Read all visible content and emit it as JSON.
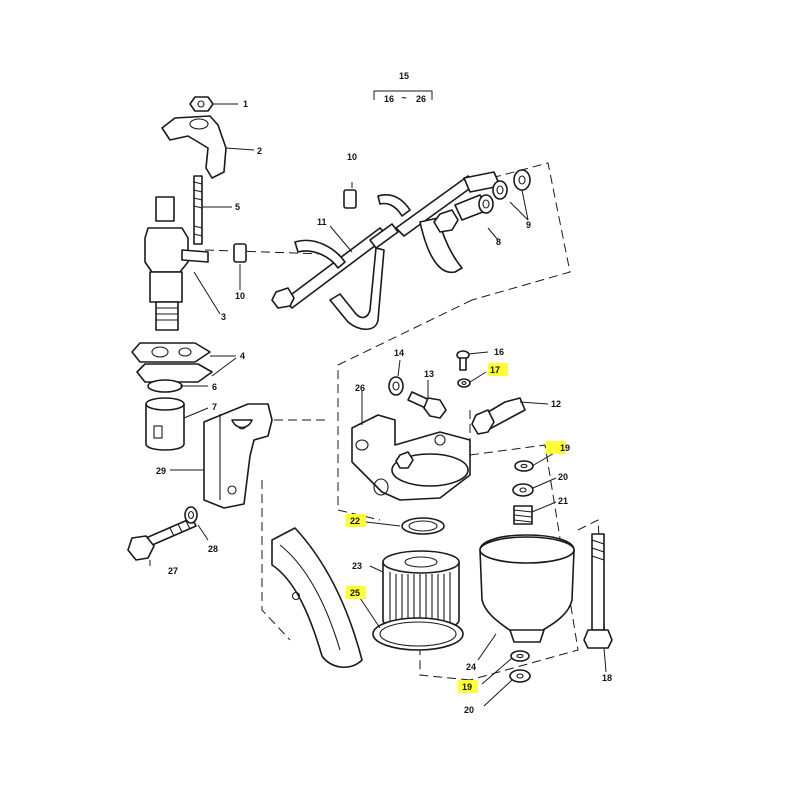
{
  "diagram": {
    "colors": {
      "highlight": "#ffff33",
      "ink": "#1a1a1a",
      "background": "#ffffff"
    },
    "legend_group": {
      "top": "15",
      "left": "16",
      "sep": "~",
      "right": "26"
    },
    "callouts": [
      {
        "id": "c1",
        "text": "1",
        "highlighted": false
      },
      {
        "id": "c2",
        "text": "2",
        "highlighted": false
      },
      {
        "id": "c3",
        "text": "3",
        "highlighted": false
      },
      {
        "id": "c4",
        "text": "4",
        "highlighted": false
      },
      {
        "id": "c5",
        "text": "5",
        "highlighted": false
      },
      {
        "id": "c6",
        "text": "6",
        "highlighted": false
      },
      {
        "id": "c7",
        "text": "7",
        "highlighted": false
      },
      {
        "id": "c8",
        "text": "8",
        "highlighted": false
      },
      {
        "id": "c9",
        "text": "9",
        "highlighted": false
      },
      {
        "id": "c10a",
        "text": "10",
        "highlighted": false
      },
      {
        "id": "c10b",
        "text": "10",
        "highlighted": false
      },
      {
        "id": "c11",
        "text": "11",
        "highlighted": false
      },
      {
        "id": "c12",
        "text": "12",
        "highlighted": false
      },
      {
        "id": "c13",
        "text": "13",
        "highlighted": false
      },
      {
        "id": "c14",
        "text": "14",
        "highlighted": false
      },
      {
        "id": "c16",
        "text": "16",
        "highlighted": false
      },
      {
        "id": "c17",
        "text": "17",
        "highlighted": true
      },
      {
        "id": "c18",
        "text": "18",
        "highlighted": false
      },
      {
        "id": "c19a",
        "text": "19",
        "highlighted": true
      },
      {
        "id": "c19b",
        "text": "19",
        "highlighted": true
      },
      {
        "id": "c20a",
        "text": "20",
        "highlighted": false
      },
      {
        "id": "c20b",
        "text": "20",
        "highlighted": false
      },
      {
        "id": "c21",
        "text": "21",
        "highlighted": false
      },
      {
        "id": "c22",
        "text": "22",
        "highlighted": true
      },
      {
        "id": "c23",
        "text": "23",
        "highlighted": false
      },
      {
        "id": "c24",
        "text": "24",
        "highlighted": false
      },
      {
        "id": "c25",
        "text": "25",
        "highlighted": true
      },
      {
        "id": "c26",
        "text": "26",
        "highlighted": false
      },
      {
        "id": "c27",
        "text": "27",
        "highlighted": false
      },
      {
        "id": "c28",
        "text": "28",
        "highlighted": false
      },
      {
        "id": "c29",
        "text": "29",
        "highlighted": false
      }
    ]
  }
}
